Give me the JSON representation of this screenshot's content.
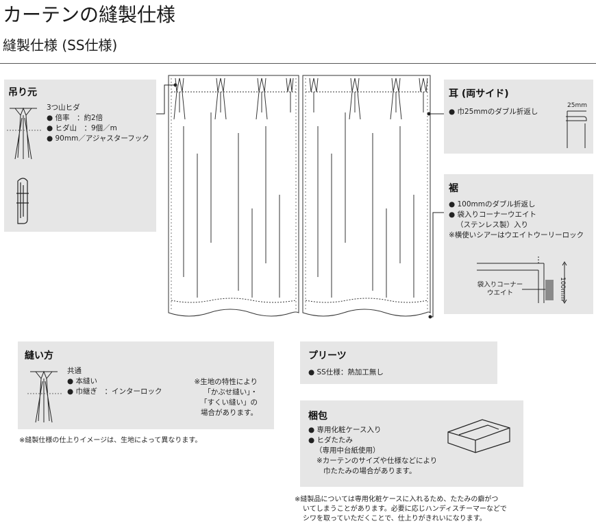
{
  "page_title": "カーテンの縫製仕様",
  "subtitle": "縫製仕様 (SS仕様)",
  "hanging": {
    "title": "吊り元",
    "lines": [
      "3つ山ヒダ",
      "● 倍率　：約2倍",
      "● ヒダ山　：9個／m",
      "● 90mm／アジャスターフック"
    ]
  },
  "side_edge": {
    "title": "耳 (両サイド)",
    "lines": [
      "● 巾25mmのダブル折返し"
    ],
    "dimension_label": "25mm"
  },
  "hem": {
    "title": "裾",
    "lines": [
      "● 100mmのダブル折返し",
      "● 袋入りコーナーウエイト",
      "（ステンレス製）入り",
      "※横使いシアーはウエイトウーリーロック"
    ],
    "weight_label_line1": "袋入りコーナー",
    "weight_label_line2": "ウエイト",
    "dimension_label": "100mm"
  },
  "sewing": {
    "title": "縫い方",
    "lines": [
      "共通",
      "● 本縫い",
      "● 巾継ぎ　：インターロック"
    ],
    "note_lines": [
      "※生地の特性により",
      "「かぶせ縫い」・",
      "「すくい縫い」の",
      "場合があります。"
    ]
  },
  "sewing_footnote": "※縫製仕様の仕上りイメージは、生地によって異なります。",
  "pleats": {
    "title": "プリーツ",
    "lines": [
      "● SS仕様：熱加工無し"
    ]
  },
  "packing": {
    "title": "梱包",
    "lines": [
      "● 専用化粧ケース入り",
      "● ヒダたたみ",
      "（専用中台紙使用）",
      "※カーテンのサイズや仕様などにより",
      "巾たたみの場合があります。"
    ]
  },
  "packing_footnote": [
    "※縫製品については専用化粧ケースに入れるため、たたみの癖がつ",
    "いてしまうことがあります。必要に応じハンディスチーマーなどで",
    "シワを取っていただくことで、仕上りがきれいになります。"
  ],
  "colors": {
    "panel": "#e6e6e6",
    "text": "#222222",
    "rule": "#555555",
    "weight_fill": "#8a8a8a"
  }
}
